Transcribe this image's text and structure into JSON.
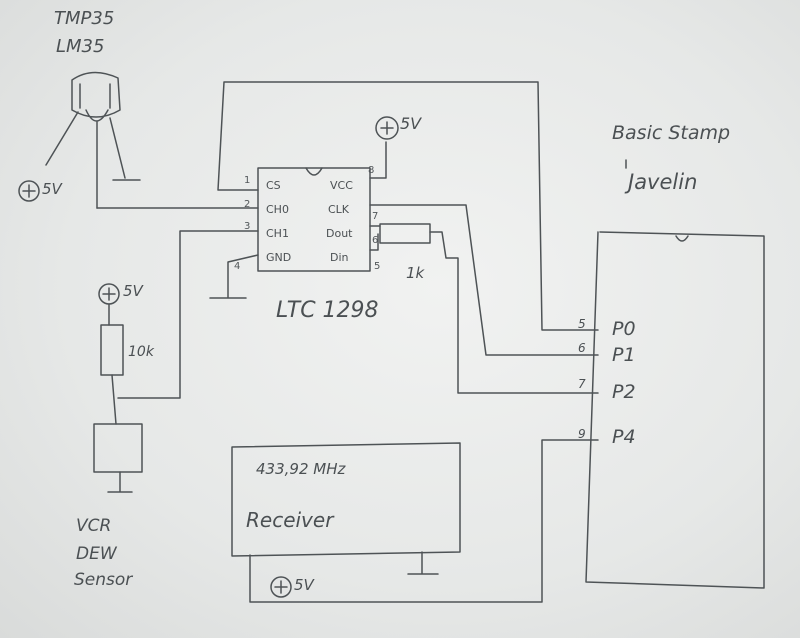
{
  "sensor": {
    "line1": "TMP35",
    "line2": "LM35",
    "supply": "5V"
  },
  "adc": {
    "name": "LTC 1298",
    "pins": [
      {
        "num": "1",
        "label": "CS"
      },
      {
        "num": "2",
        "label": "CH0"
      },
      {
        "num": "3",
        "label": "CH1"
      },
      {
        "num": "4",
        "label": "GND"
      },
      {
        "num": "5",
        "label": "Din"
      },
      {
        "num": "6",
        "label": "Dout"
      },
      {
        "num": "7",
        "label": "CLK"
      },
      {
        "num": "8",
        "label": "VCC"
      }
    ],
    "supply": "5V"
  },
  "resistor_1k": "1k",
  "resistor_10k": {
    "value": "10k",
    "supply": "5V"
  },
  "dew_sensor": {
    "line1": "VCR",
    "line2": "DEW",
    "line3": "Sensor"
  },
  "microcontroller": {
    "line1": "Basic Stamp",
    "line2": "Javelin",
    "pins": [
      {
        "num": "5",
        "label": "P0"
      },
      {
        "num": "6",
        "label": "P1"
      },
      {
        "num": "7",
        "label": "P2"
      },
      {
        "num": "9",
        "label": "P4"
      }
    ]
  },
  "receiver": {
    "freq": "433,92 MHz",
    "name": "Receiver",
    "supply": "5V"
  },
  "colors": {
    "ink": "#4e5356",
    "paper": "#eceeed"
  }
}
